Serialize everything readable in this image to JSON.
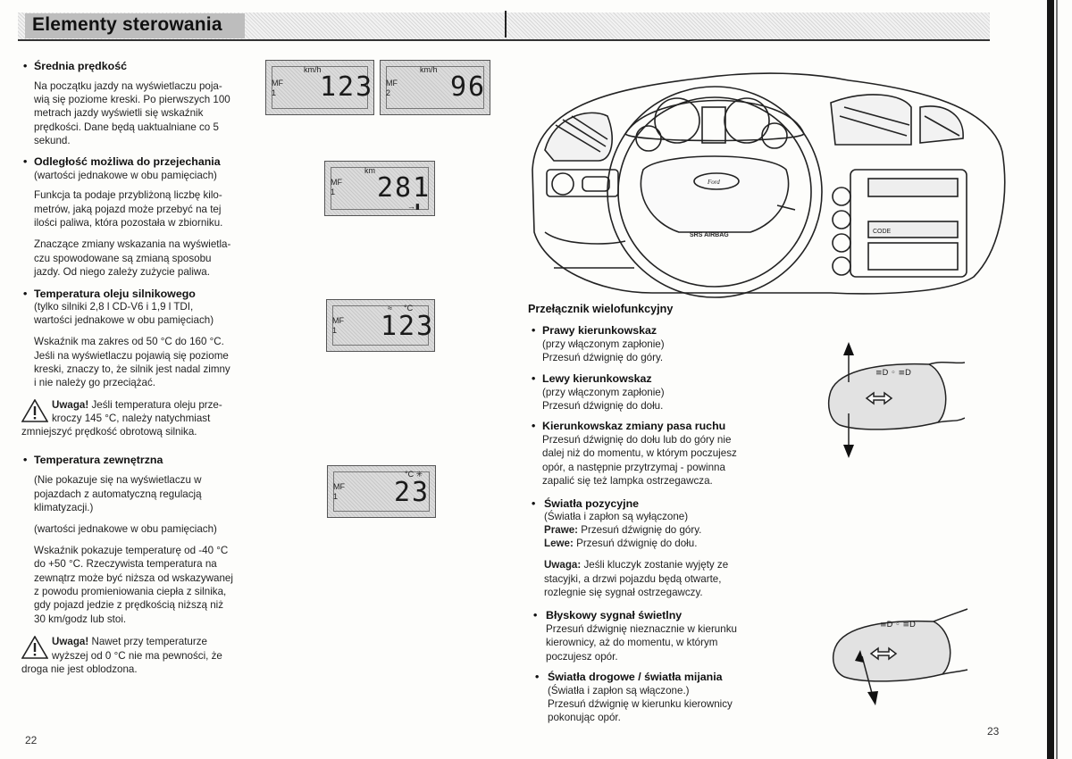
{
  "header": {
    "title": "Elementy sterowania"
  },
  "left": {
    "s1": {
      "heading": "Średnia prędkość",
      "lines": [
        "Na początku jazdy na wyświetlaczu poja-",
        "wią się poziome kreski. Po pierwszych 100",
        "metrach jazdy wyświetli się wskaźnik",
        "prędkości. Dane będą uaktualniane co 5",
        "sekund."
      ]
    },
    "s2": {
      "heading": "Odległość możliwa do przejechania",
      "sub": "(wartości jednakowe w obu pamięciach)",
      "p1": [
        "Funkcja ta podaje przybliżoną liczbę kilo-",
        "metrów, jaką pojazd może przebyć na tej",
        "ilości paliwa, która pozostała w zbiorniku."
      ],
      "p2": [
        "Znaczące zmiany wskazania na wyświetla-",
        "czu spowodowane są zmianą sposobu",
        "jazdy. Od niego zależy zużycie paliwa."
      ]
    },
    "s3": {
      "heading": "Temperatura oleju silnikowego",
      "sub": [
        "(tylko silniki 2,8 l CD-V6 i 1,9 l TDI,",
        "wartości jednakowe w obu pamięciach)"
      ],
      "p1": [
        "Wskaźnik ma zakres od 50 °C do 160 °C.",
        "Jeśli na wyświetlaczu pojawią się poziome",
        "kreski, znaczy to, że silnik jest nadal zimny",
        "i nie należy go przeciążać."
      ]
    },
    "warn1": {
      "bold": "Uwaga!",
      "l1": " Jeśli temperatura oleju prze-",
      "l2": "kroczy 145 °C, należy natychmiast",
      "l3": "zmniejszyć prędkość obrotową silnika."
    },
    "s4": {
      "heading": "Temperatura zewnętrzna",
      "p1": [
        "(Nie pokazuje się na wyświetlaczu w",
        "pojazdach z automatyczną regulacją",
        "klimatyzacji.)"
      ],
      "p2": "(wartości jednakowe w obu pamięciach)",
      "p3": [
        "Wskaźnik pokazuje temperaturę od -40 °C",
        "do +50 °C. Rzeczywista temperatura na",
        "zewnątrz może być niższa od wskazywanej",
        "z powodu promieniowania ciepła z silnika,",
        "gdy pojazd jedzie z prędkością niższą niż",
        "30 km/godz lub stoi."
      ]
    },
    "warn2": {
      "bold": "Uwaga!",
      "l1": " Nawet przy temperaturze",
      "l2": "wyższej od 0 °C nie ma pewności, że",
      "l3": "droga nie jest oblodzona."
    },
    "page": "22"
  },
  "lcds": {
    "a": {
      "unit": "km/h",
      "mem1": "MF",
      "mem2": "1",
      "value": "123"
    },
    "b": {
      "unit": "km/h",
      "mem1": "MF",
      "mem2": "2",
      "value": "96"
    },
    "c": {
      "unit": "km",
      "mem1": "MF",
      "mem2": "1",
      "value": "281"
    },
    "d": {
      "unit": "°C",
      "mem1": "MF",
      "mem2": "1",
      "value": "123"
    },
    "e": {
      "unit": "°C ✳",
      "mem1": "MF",
      "mem2": "1",
      "value": "23"
    }
  },
  "dashboard": {
    "horn_logo": "Ford",
    "airbag": "SRS AIRBAG",
    "radio_code": "CODE"
  },
  "right": {
    "title": "Przełącznik wielofunkcyjny",
    "r1": {
      "heading": "Prawy kierunkowskaz",
      "lines": [
        "(przy włączonym zapłonie)",
        "Przesuń dźwignię do góry."
      ]
    },
    "r2": {
      "heading": "Lewy kierunkowskaz",
      "lines": [
        "(przy włączonym zapłonie)",
        "Przesuń dźwignię do dołu."
      ]
    },
    "r3": {
      "heading": "Kierunkowskaz zmiany pasa ruchu",
      "lines": [
        "Przesuń dźwignię do dołu lub do góry nie",
        "dalej niż do momentu, w którym poczujesz",
        "opór, a następnie przytrzymaj - powinna",
        "zapalić się też lampka ostrzegawcza."
      ]
    },
    "r4": {
      "heading": "Światła pozycyjne",
      "line1": "(Światła i zapłon są wyłączone)",
      "l2b": "Prawe:",
      "l2": " Przesuń dźwignię do góry.",
      "l3b": "Lewe:",
      "l3": " Przesuń dźwignię do dołu.",
      "noteb": "Uwaga:",
      "note1": " Jeśli kluczyk zostanie wyjęty ze",
      "note2": "stacyjki, a drzwi pojazdu będą otwarte,",
      "note3": "rozlegnie się sygnał ostrzegawczy."
    },
    "r5": {
      "heading": "Błyskowy sygnał świetlny",
      "lines": [
        "Przesuń dźwignię nieznacznie w kierunku",
        "kierownicy, aż do momentu, w którym",
        "poczujesz opór."
      ]
    },
    "r6": {
      "heading": "Światła drogowe / światła mijania",
      "lines": [
        "(Światła i zapłon są włączone.)",
        "Przesuń dźwignię w kierunku kierownicy",
        "pokonując opór."
      ]
    },
    "page": "23"
  }
}
